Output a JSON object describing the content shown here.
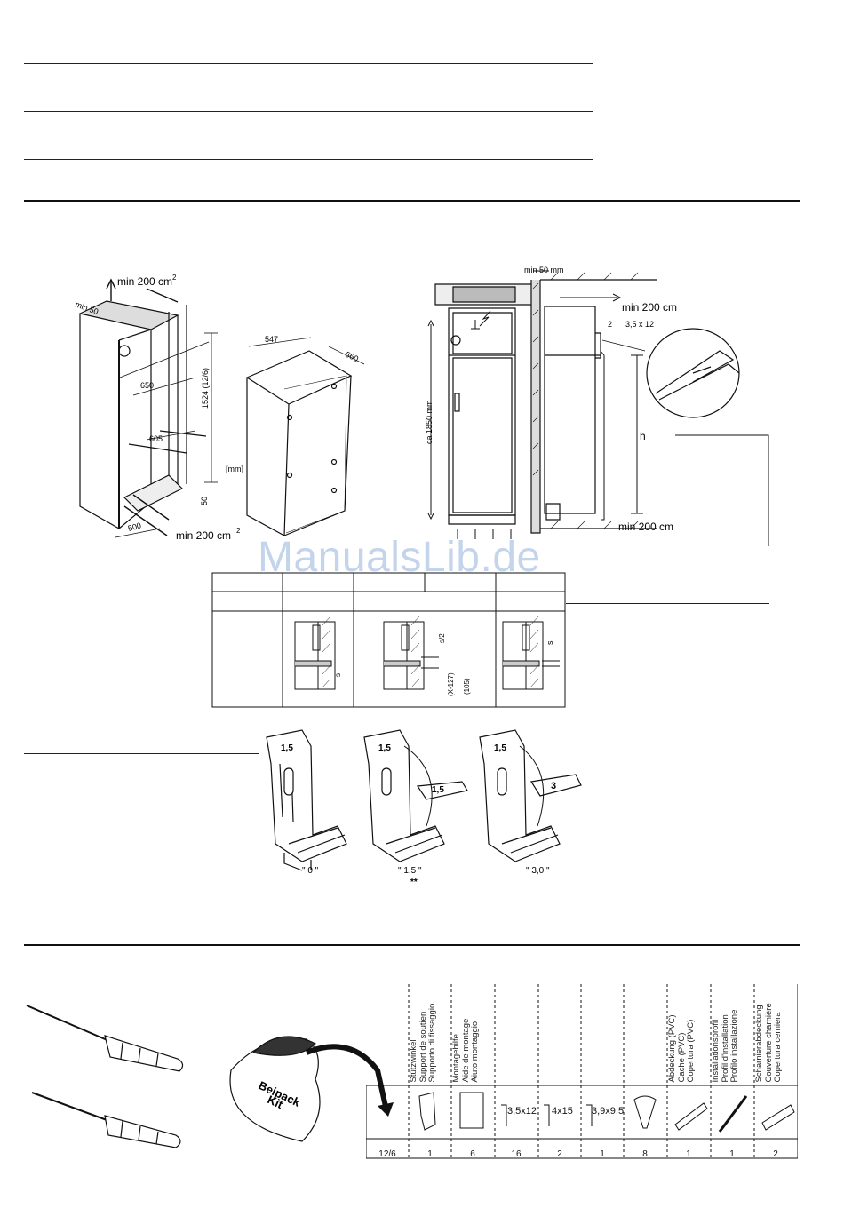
{
  "watermark": "ManualsLib.de",
  "figure_top": {
    "min_200_top": "min 200 cm",
    "sup2": "2",
    "min50": "min 50",
    "dim_650": "650",
    "dim_605": "605",
    "dim_1524": "1524 (12/6)",
    "dim_mm": "[mm]",
    "dim_50": "50",
    "dim_500": "500",
    "min_200_bottom": "min 200 cm",
    "dim_547": "547",
    "dim_560": "560"
  },
  "figure_right": {
    "min_50mm": "min 50 mm",
    "min_200_top": "min 200 cm",
    "ca_1850": "ca 1850 mm",
    "screw_count": "2",
    "screw_size": "3,5 x 12",
    "h_label": "h",
    "min_200_bottom": "min 200 cm"
  },
  "detail_labels": {
    "s_half": "s/2",
    "s": "s",
    "x127": "(X-127)",
    "x105": "(105)"
  },
  "brackets": {
    "b1_value": "1,5",
    "b1_caption": "\" 0 \"",
    "b2_value": "1,5",
    "b2_plate": "1,5",
    "b2_caption": "\" 1,5 \"",
    "b2_stars": "**",
    "b3_value": "1,5",
    "b3_plate": "3",
    "b3_caption": "\" 3,0 \""
  },
  "kit": {
    "bag_label": "Beipack\nKit"
  },
  "parts": {
    "columns": [
      {
        "label": "Stützwinkel\nSupport de soutien\nSupporto di fissaggio",
        "count": "1"
      },
      {
        "label": "Montagehilfe\nAide de montage\nAiuto montaggio",
        "count": "6"
      },
      {
        "label": "",
        "count": "16",
        "hw": "3,5x12"
      },
      {
        "label": "",
        "count": "2",
        "hw": "4x15"
      },
      {
        "label": "",
        "count": "1",
        "hw": "3,9x9,5"
      },
      {
        "label": "",
        "count": "8"
      },
      {
        "label": "Abdeckung (PVC)\nCache (PVC)\nCopertura (PVC)",
        "count": "1"
      },
      {
        "label": "Installationsprofil\nProfil d'installation\nProfilo installazione",
        "count": "1"
      },
      {
        "label": "Scharnierabdeckung\nCouverture charnière\nCopertura cerniera",
        "count": "2"
      }
    ],
    "model": "12/6"
  }
}
